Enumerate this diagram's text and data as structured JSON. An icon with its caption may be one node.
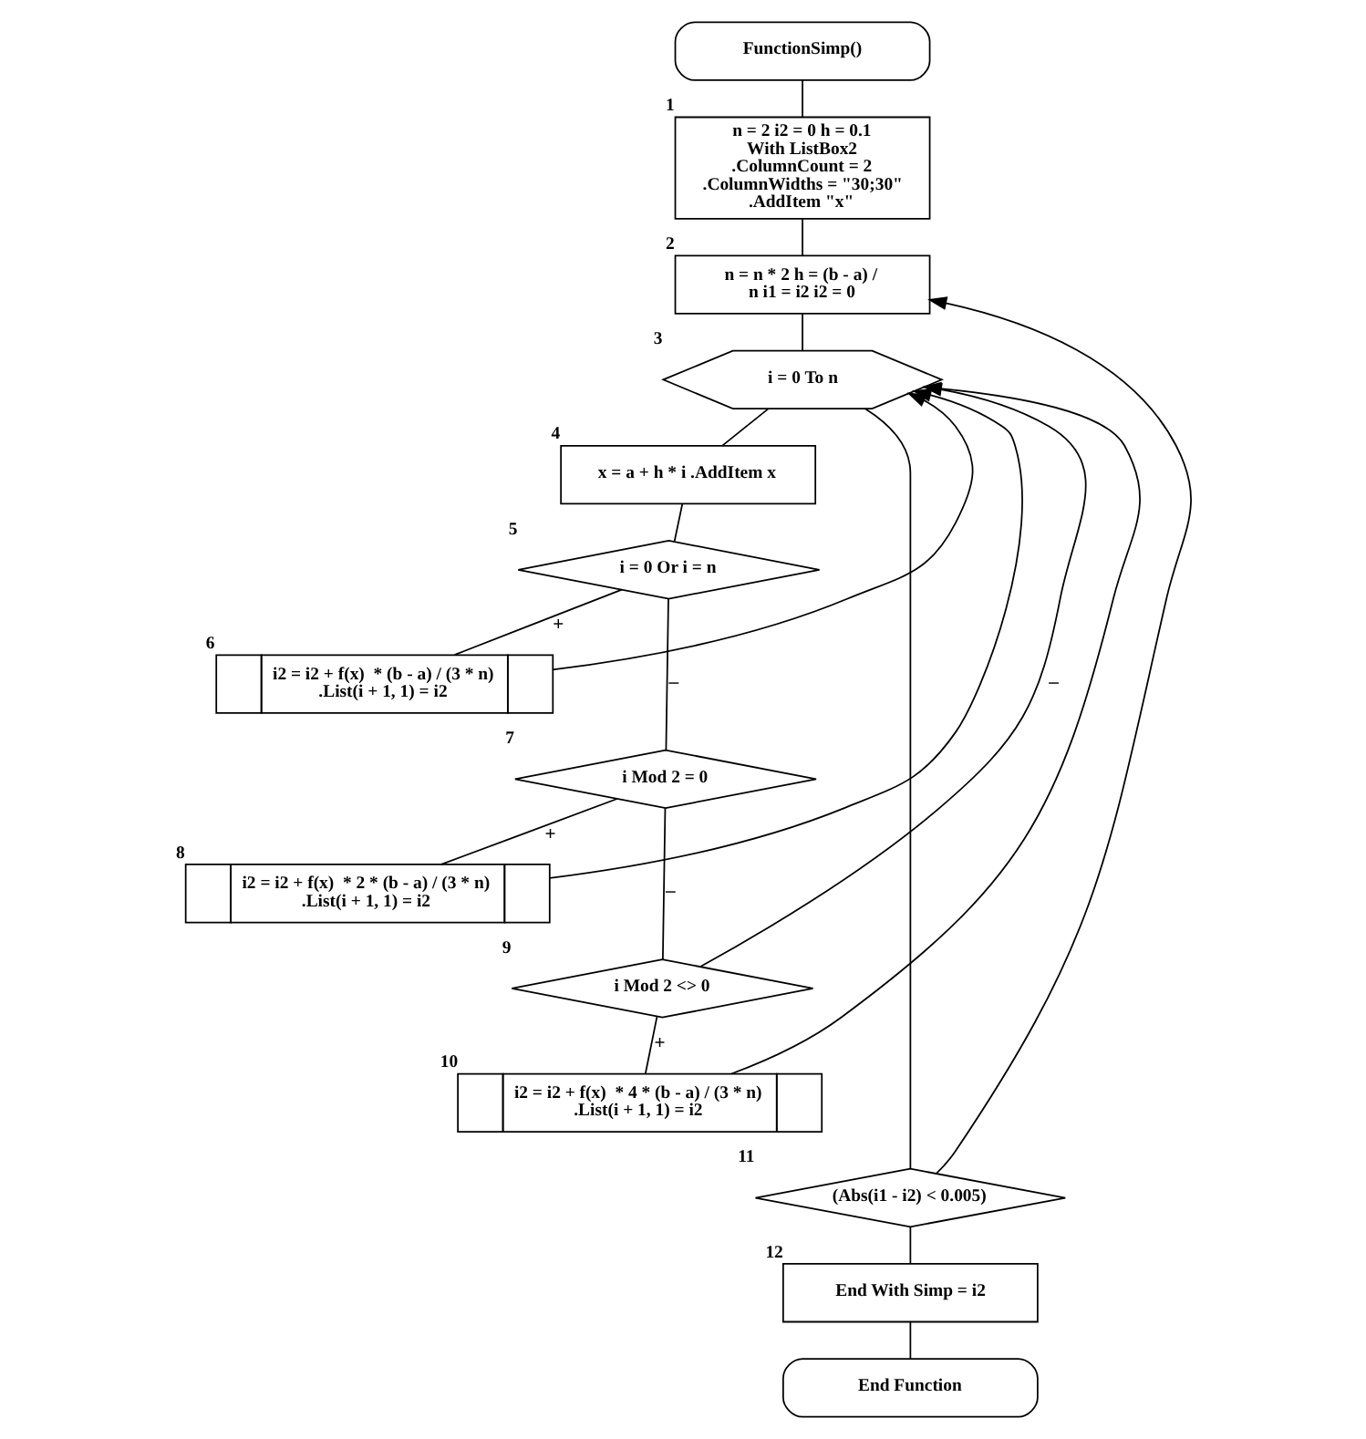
{
  "diagram": {
    "nodes": [
      {
        "text": [
          "FunctionSimp()"
        ]
      },
      {
        "text": [
          "n = 2 i2 = 0 h = 0.1 With ListBox2 .ColumnCount = 2 .ColumnWidths = \"30;30\" .AddItem \"x\""
        ],
        "beside": [
          "1"
        ]
      },
      {
        "text": [
          "n = n * 2 h = (b - a) / n i1 = i2 i2 = 0"
        ],
        "beside": [
          "2"
        ]
      },
      {
        "text": [
          "i = 0 To n"
        ],
        "beside": [
          "3"
        ]
      },
      {
        "text": [
          "x = a + h * i .AddItem x"
        ],
        "beside": [
          "4"
        ]
      },
      {
        "text": [
          "i = 0 Or i = n"
        ],
        "beside": [
          "5"
        ]
      },
      {
        "text": [
          "i2 = i2 + f(x)  * (b - a) / (3 * n) .List(i + 1, 1) = i2"
        ],
        "beside": [
          "6"
        ]
      },
      {
        "text": [
          "i Mod 2 = 0"
        ],
        "beside": [
          "7"
        ]
      },
      {
        "text": [
          "i2 = i2 + f(x)  * 2 * (b - a) / (3 * n) .List(i + 1, 1) = i2"
        ],
        "beside": [
          "8"
        ]
      },
      {
        "text": [
          "i Mod 2 <> 0"
        ],
        "beside": [
          "9"
        ]
      },
      {
        "text": [
          "i2 = i2 + f(x)  * 4 * (b - a) / (3 * n) .List(i + 1, 1) = i2"
        ],
        "beside": [
          "10"
        ]
      },
      {
        "text": [
          "(Abs(i1 - i2) < 0.005)"
        ],
        "beside": [
          "11"
        ]
      },
      {
        "text": [
          "End With Simp = i2"
        ],
        "beside": [
          "12"
        ]
      },
      {
        "text": [
          "End Function"
        ]
      }
    ],
    "edges": [
      {
        "from": 0,
        "to": 1,
        "arrow": "none"
      },
      {
        "from": 1,
        "to": 2,
        "arrow": "none"
      },
      {
        "from": 2,
        "to": 3,
        "arrow": "none"
      },
      {
        "from": 3,
        "to": 4,
        "arrow": "none"
      },
      {
        "from": 4,
        "to": 5,
        "arrow": "none"
      },
      {
        "from": 5,
        "to": 6,
        "arrow": "none",
        "label": "+"
      },
      {
        "from": 5,
        "to": 7,
        "arrow": "none",
        "label": "–"
      },
      {
        "from": 7,
        "to": 8,
        "arrow": "none",
        "label": "+"
      },
      {
        "from": 7,
        "to": 9,
        "arrow": "none",
        "label": "–"
      },
      {
        "from": 9,
        "to": 10,
        "arrow": "none",
        "label": "+"
      },
      {
        "from": 6,
        "to": 3,
        "arrow": "to"
      },
      {
        "from": 8,
        "to": 3,
        "arrow": "to"
      },
      {
        "from": 10,
        "to": 3,
        "arrow": "to"
      },
      {
        "from": 9,
        "to": 3,
        "arrow": "to",
        "label": "–"
      },
      {
        "from": 3,
        "to": 11,
        "arrow": "none"
      },
      {
        "from": 11,
        "to": 2,
        "arrow": "to"
      },
      {
        "from": 11,
        "to": 12,
        "arrow": "none"
      },
      {
        "from": 12,
        "to": 13,
        "arrow": "none"
      }
    ]
  }
}
